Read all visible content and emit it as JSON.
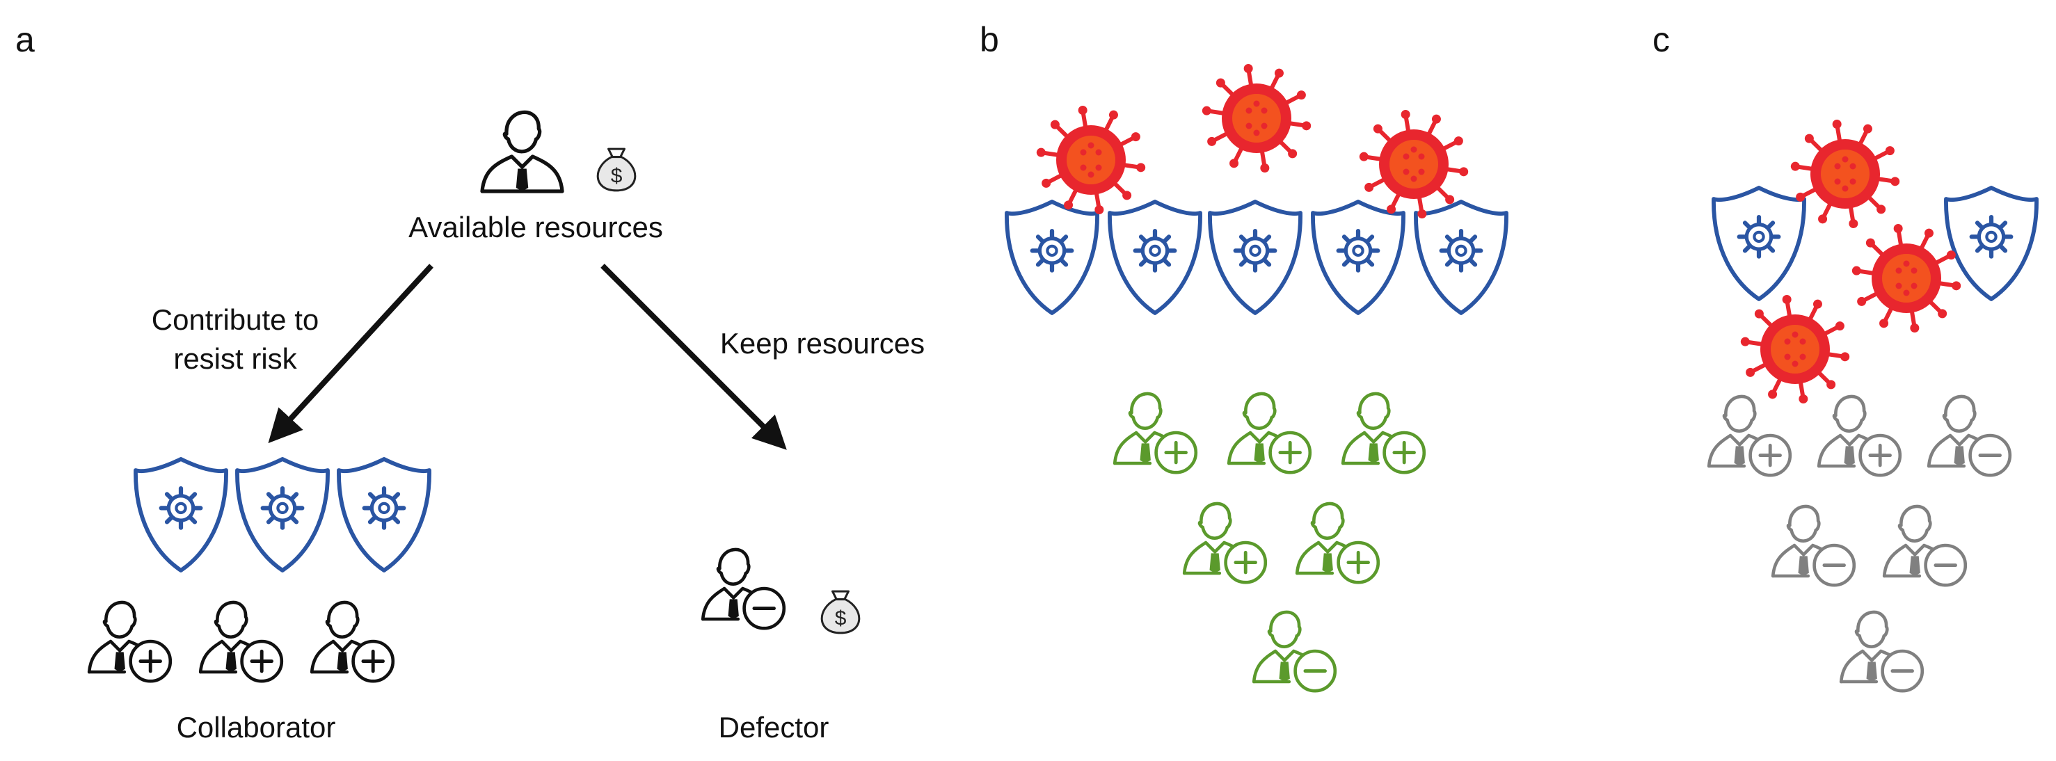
{
  "colors": {
    "ink": "#111111",
    "shield": "#2a55a3",
    "virus": "#e8262e",
    "virus_core": "#f3521f",
    "cooperator_green": "#5b9a2c",
    "gray": "#808080"
  },
  "panel_a": {
    "letter": "a",
    "top_label": "Available resources",
    "left_arrow_label_line1": "Contribute to",
    "left_arrow_label_line2": "resist risk",
    "right_arrow_label": "Keep resources",
    "collaborator_label": "Collaborator",
    "defector_label": "Defector",
    "money_symbol": "$"
  },
  "panel_b": {
    "letter": "b"
  },
  "panel_c": {
    "letter": "c"
  },
  "icons": {
    "person": "person-icon",
    "money_bag": "money-bag-icon",
    "shield": "shield-gear-icon",
    "virus": "virus-icon",
    "plus_badge": "plus-circle-icon",
    "minus_badge": "minus-circle-icon"
  }
}
